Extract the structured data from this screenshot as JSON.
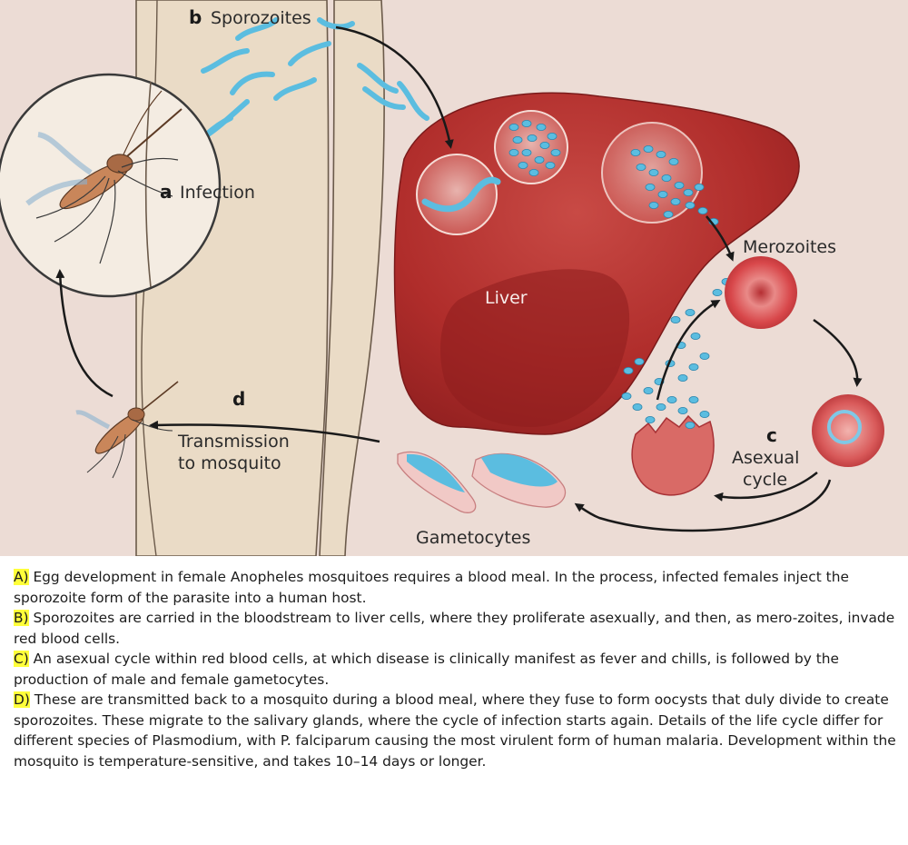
{
  "labels": {
    "sporozoites_letter": "b",
    "sporozoites": "Sporozoites",
    "infection_letter": "a",
    "infection": "Infection",
    "liver": "Liver",
    "merozoites": "Merozoites",
    "asexual_letter": "c",
    "asexual_line1": "Asexual",
    "asexual_line2": "cycle",
    "transmission_letter": "d",
    "transmission_line1": "Transmission",
    "transmission_line2": "to mosquito",
    "gametocytes": "Gametocytes"
  },
  "caption": [
    {
      "marker": "A)",
      "text": " Egg development in female Anopheles mosquitoes requires a blood meal. In the process, infected females inject the sporozoite form of the parasite into a human host."
    },
    {
      "marker": "B)",
      "text": " Sporozoites are carried in the bloodstream to liver cells, where they proliferate asexually, and then, as mero-zoites, invade red blood cells."
    },
    {
      "marker": "C)",
      "text": " An asexual cycle within red blood cells, at which disease is clinically manifest as fever and chills, is followed by the production of male and female gametocytes."
    },
    {
      "marker": "D)",
      "text": " These are transmitted back to a mosquito during a blood meal, where they fuse to form oocysts that duly divide to create sporozoites. These migrate to the salivary glands, where the cycle of infection starts again. Details of the life cycle differ for different species of Plasmodium, with P. falciparum causing the most virulent form of human malaria. Development within the mosquito is temperature-sensitive, and takes 10–14 days or longer."
    }
  ],
  "colors": {
    "background": "#ecdcd5",
    "skin": "#eadbc6",
    "liver": "#b7302e",
    "liver_dark": "#8e1d1d",
    "rbc": "#d24545",
    "parasite": "#5bbde0",
    "highlight": "#ffff3a"
  }
}
